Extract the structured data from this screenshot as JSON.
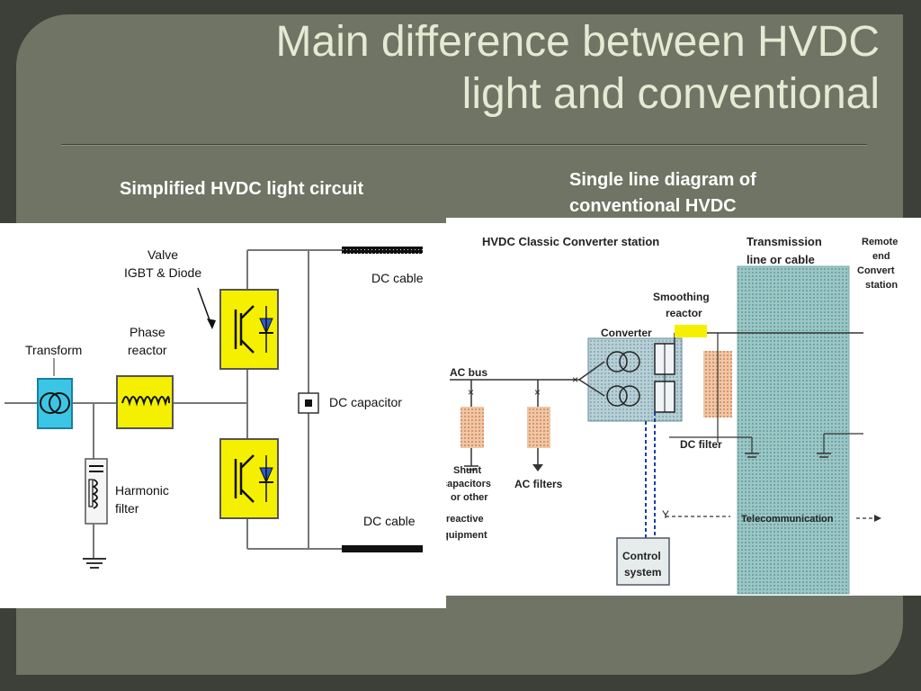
{
  "slide": {
    "title_line1": "Main difference between HVDC",
    "title_line2": "light and conventional",
    "caption_left": "Simplified HVDC light circuit",
    "caption_right_line1": "Single line diagram of",
    "caption_right_line2": "conventional HVDC"
  },
  "light_circuit": {
    "valve_line1": "Valve",
    "valve_line2": "IGBT & Diode",
    "dc_cable_top": "DC cable",
    "dc_cable_bottom": "DC cable",
    "transform": "Transform",
    "phase_line1": "Phase",
    "phase_line2": "reactor",
    "dc_capacitor": "DC capacitor",
    "harmonic_line1": "Harmonic",
    "harmonic_line2": "filter"
  },
  "classic_circuit": {
    "station": "HVDC Classic Converter station",
    "transmission_line1": "Transmission",
    "transmission_line2": "line or cable",
    "remote_line1": "Remote",
    "remote_line2": "end",
    "remote_line3": "Convert",
    "remote_line4": "station",
    "smoothing_line1": "Smoothing",
    "smoothing_line2": "reactor",
    "converter": "Converter",
    "ac_bus": "AC bus",
    "dc_filter": "DC filter",
    "shunt_line1": "Shunt",
    "shunt_line2": "capacitors",
    "shunt_line3": "or other",
    "shunt_line4": "reactive",
    "shunt_line5": "equipment",
    "ac_filters": "AC filters",
    "telecom": "Telecommunication",
    "control_line1": "Control",
    "control_line2": "system"
  },
  "colors": {
    "slide_bg": "#6f7464",
    "yellow": "#f5f000",
    "cyan": "#3cc6e6",
    "teal_hatch": "#9cc6c6",
    "orange_hatch": "#e9b48c"
  }
}
